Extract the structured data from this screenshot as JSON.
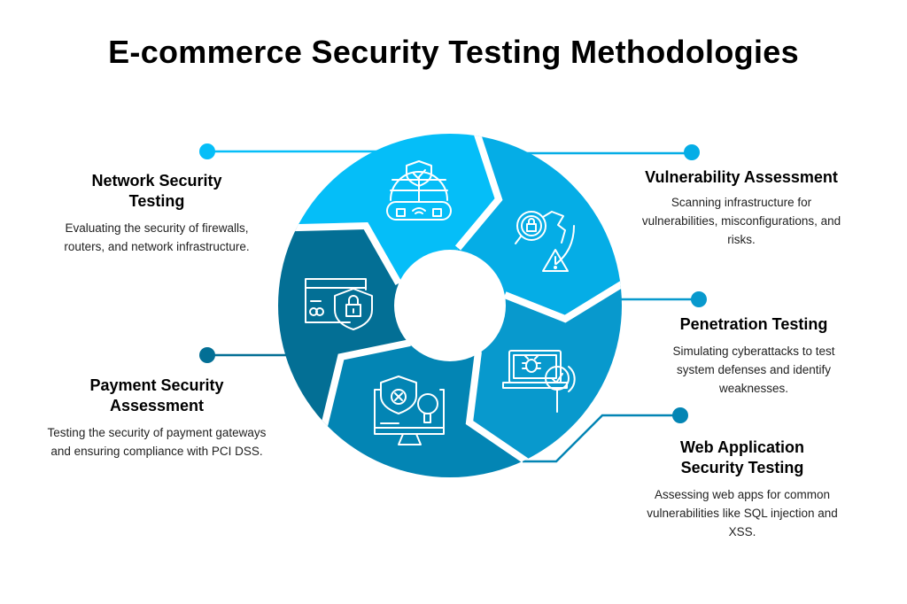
{
  "title": "E-commerce Security Testing Methodologies",
  "colors": {
    "network": "#05BEF8",
    "vulnerability": "#05ADE6",
    "penetration": "#0899CD",
    "web_app": "#0385B4",
    "payment": "#036F95"
  },
  "items": [
    {
      "heading": "Network Security Testing",
      "description": "Evaluating the security of firewalls, routers, and network infrastructure.",
      "icon": "globe-shield-icon"
    },
    {
      "heading": "Vulnerability Assessment",
      "description": "Scanning infrastructure for vulnerabilities, misconfigurations, and risks.",
      "icon": "broken-shield-warning-icon"
    },
    {
      "heading": "Penetration Testing",
      "description": "Simulating cyberattacks to test system defenses and identify weaknesses.",
      "icon": "laptop-bug-magnifier-icon"
    },
    {
      "heading": "Web Application Security Testing",
      "description": "Assessing web apps for common vulnerabilities like SQL injection and XSS.",
      "icon": "monitor-shield-icon"
    },
    {
      "heading": "Payment Security Assessment",
      "description": "Testing the security of payment gateways and ensuring compliance with PCI DSS.",
      "icon": "credit-card-lock-icon"
    }
  ]
}
